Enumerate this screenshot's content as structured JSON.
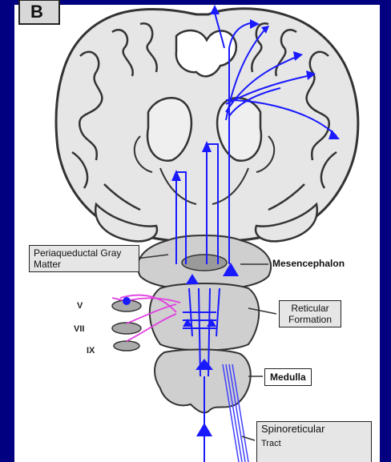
{
  "panel": {
    "letter": "B"
  },
  "labels": {
    "periaqueductal": "Periaqueductal Gray Matter",
    "mesencephalon": "Mesencephalon",
    "reticular": "Reticular Formation",
    "medulla": "Medulla",
    "spinoreticular_1": "Spinoreticular",
    "spinoreticular_2": "Tract"
  },
  "cranial_nerves": [
    "V",
    "VII",
    "IX"
  ],
  "colors": {
    "frame": "#000080",
    "pathway": "#1a1aff",
    "cranial_pathway": "#e040e0",
    "brain_fill": "#e4e4e4",
    "outline": "#333333"
  }
}
